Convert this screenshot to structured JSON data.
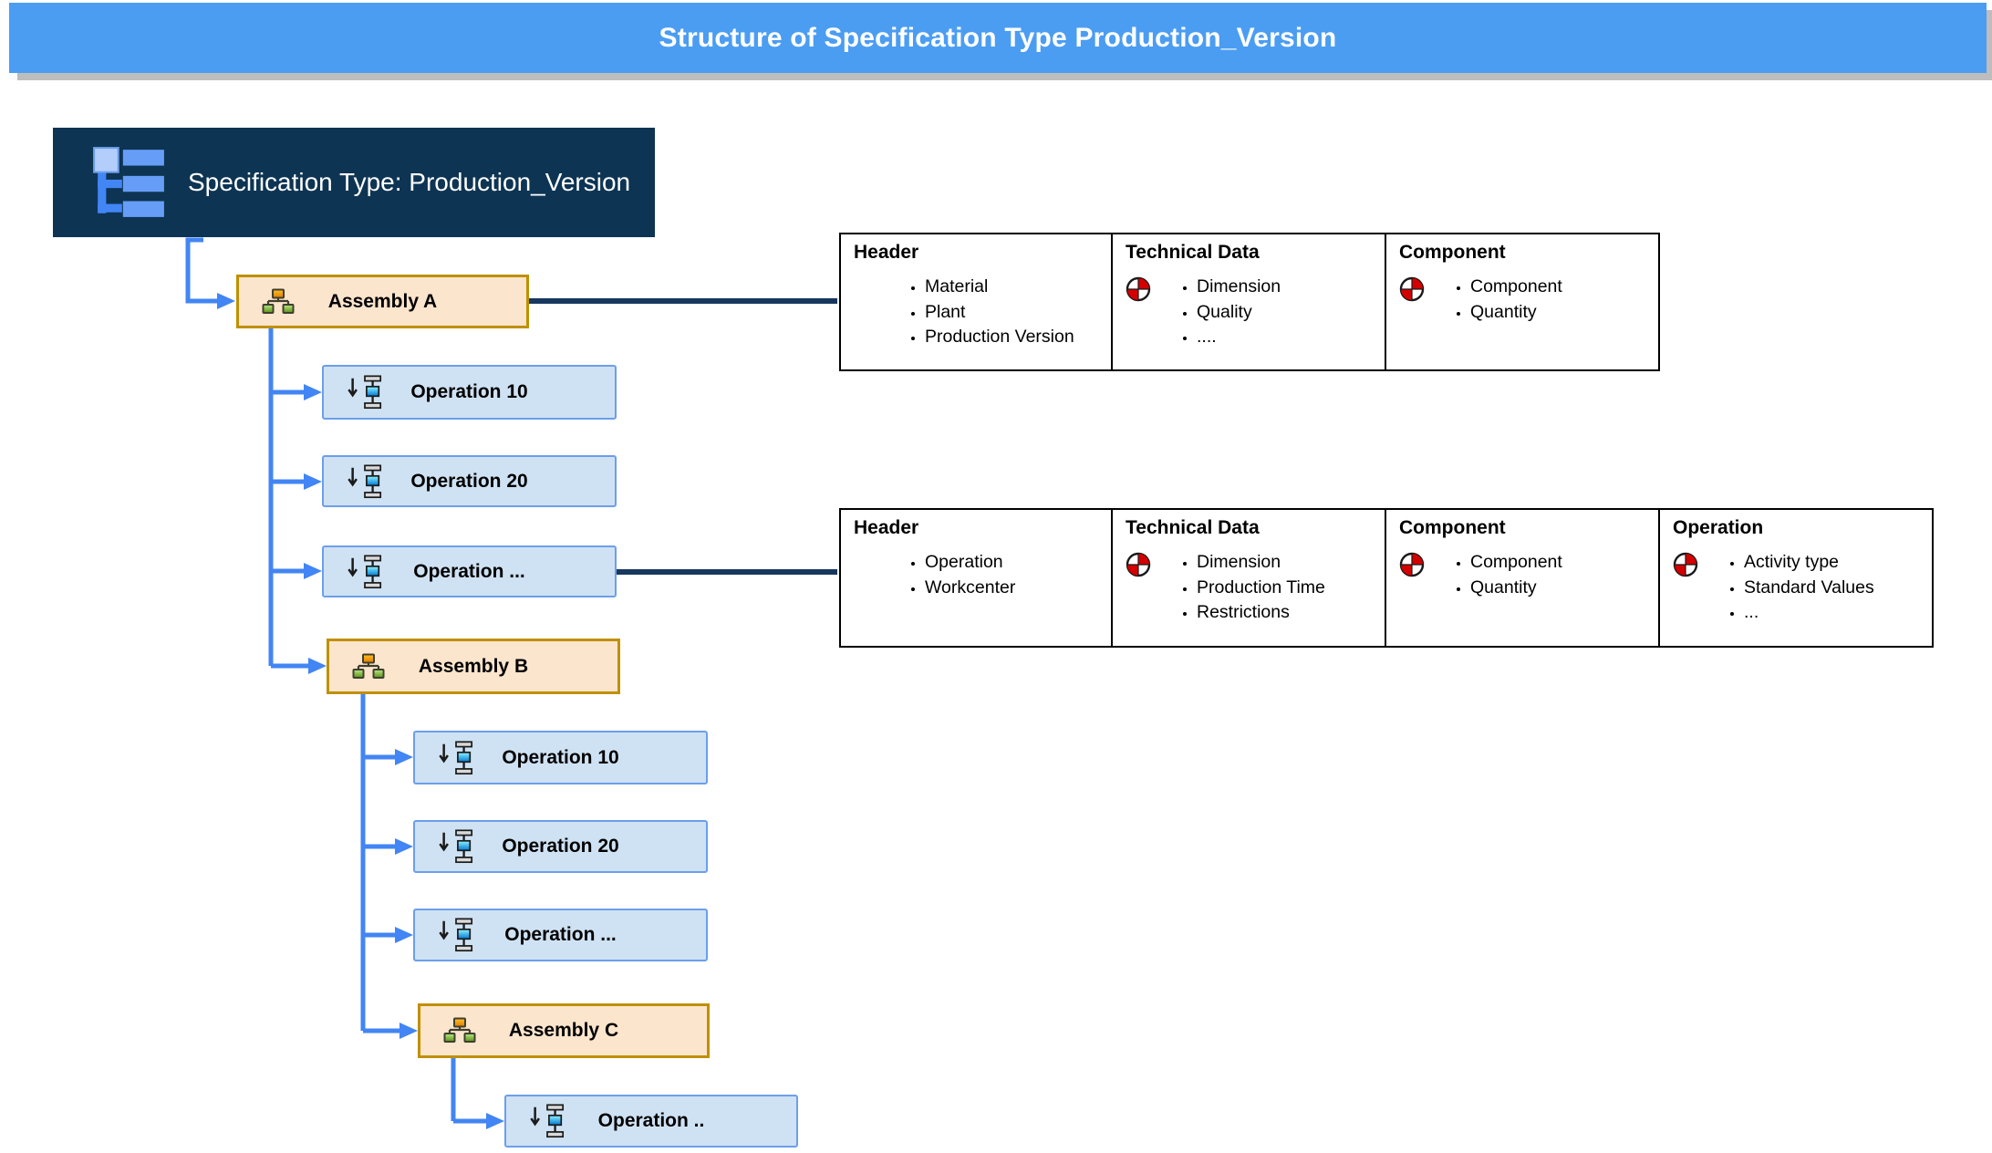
{
  "title_bar": {
    "title": "Structure of Specification Type Production_Version"
  },
  "root_node": {
    "label": "Specification Type: Production_Version"
  },
  "nodes": {
    "assembly_a": "Assembly A",
    "op_a_10": "Operation 10",
    "op_a_20": "Operation 20",
    "op_a_dots": "Operation ...",
    "assembly_b": "Assembly B",
    "op_b_10": "Operation 10",
    "op_b_20": "Operation 20",
    "op_b_dots": "Operation ...",
    "assembly_c": "Assembly C",
    "op_c_dots": "Operation .."
  },
  "tables": {
    "assembly_detail": {
      "cells": [
        {
          "title": "Header",
          "icon": "",
          "items": [
            "Material",
            "Plant",
            "Production Version"
          ]
        },
        {
          "title": "Technical Data",
          "icon": "classification-pie-icon",
          "items": [
            "Dimension",
            "Quality",
            "...."
          ]
        },
        {
          "title": "Component",
          "icon": "classification-pie-icon",
          "items": [
            "Component",
            "Quantity"
          ]
        }
      ]
    },
    "operation_detail": {
      "cells": [
        {
          "title": "Header",
          "icon": "",
          "items": [
            "Operation",
            "Workcenter"
          ]
        },
        {
          "title": "Technical Data",
          "icon": "classification-pie-icon",
          "items": [
            "Dimension",
            "Production Time",
            "Restrictions"
          ]
        },
        {
          "title": "Component",
          "icon": "classification-pie-icon",
          "items": [
            "Component",
            "Quantity"
          ]
        },
        {
          "title": "Operation",
          "icon": "classification-pie-icon",
          "items": [
            "Activity type",
            "Standard Values",
            "..."
          ]
        }
      ]
    }
  },
  "icons": {
    "root": "tree-structure-icon",
    "assembly": "bom-hierarchy-icon",
    "operation": "operation-step-icon",
    "pie": "classification-pie-icon"
  },
  "colors": {
    "title_bg": "#4b9df2",
    "title_shadow": "#bdbdbd",
    "root_bg": "#0d3453",
    "assembly_fill": "#fce5cd",
    "assembly_border": "#bf9000",
    "operation_fill": "#cfe2f3",
    "operation_border": "#6d9eeb",
    "connector_blue": "#4285f4",
    "connector_dark": "#17375e",
    "pie_red": "#d40000"
  }
}
